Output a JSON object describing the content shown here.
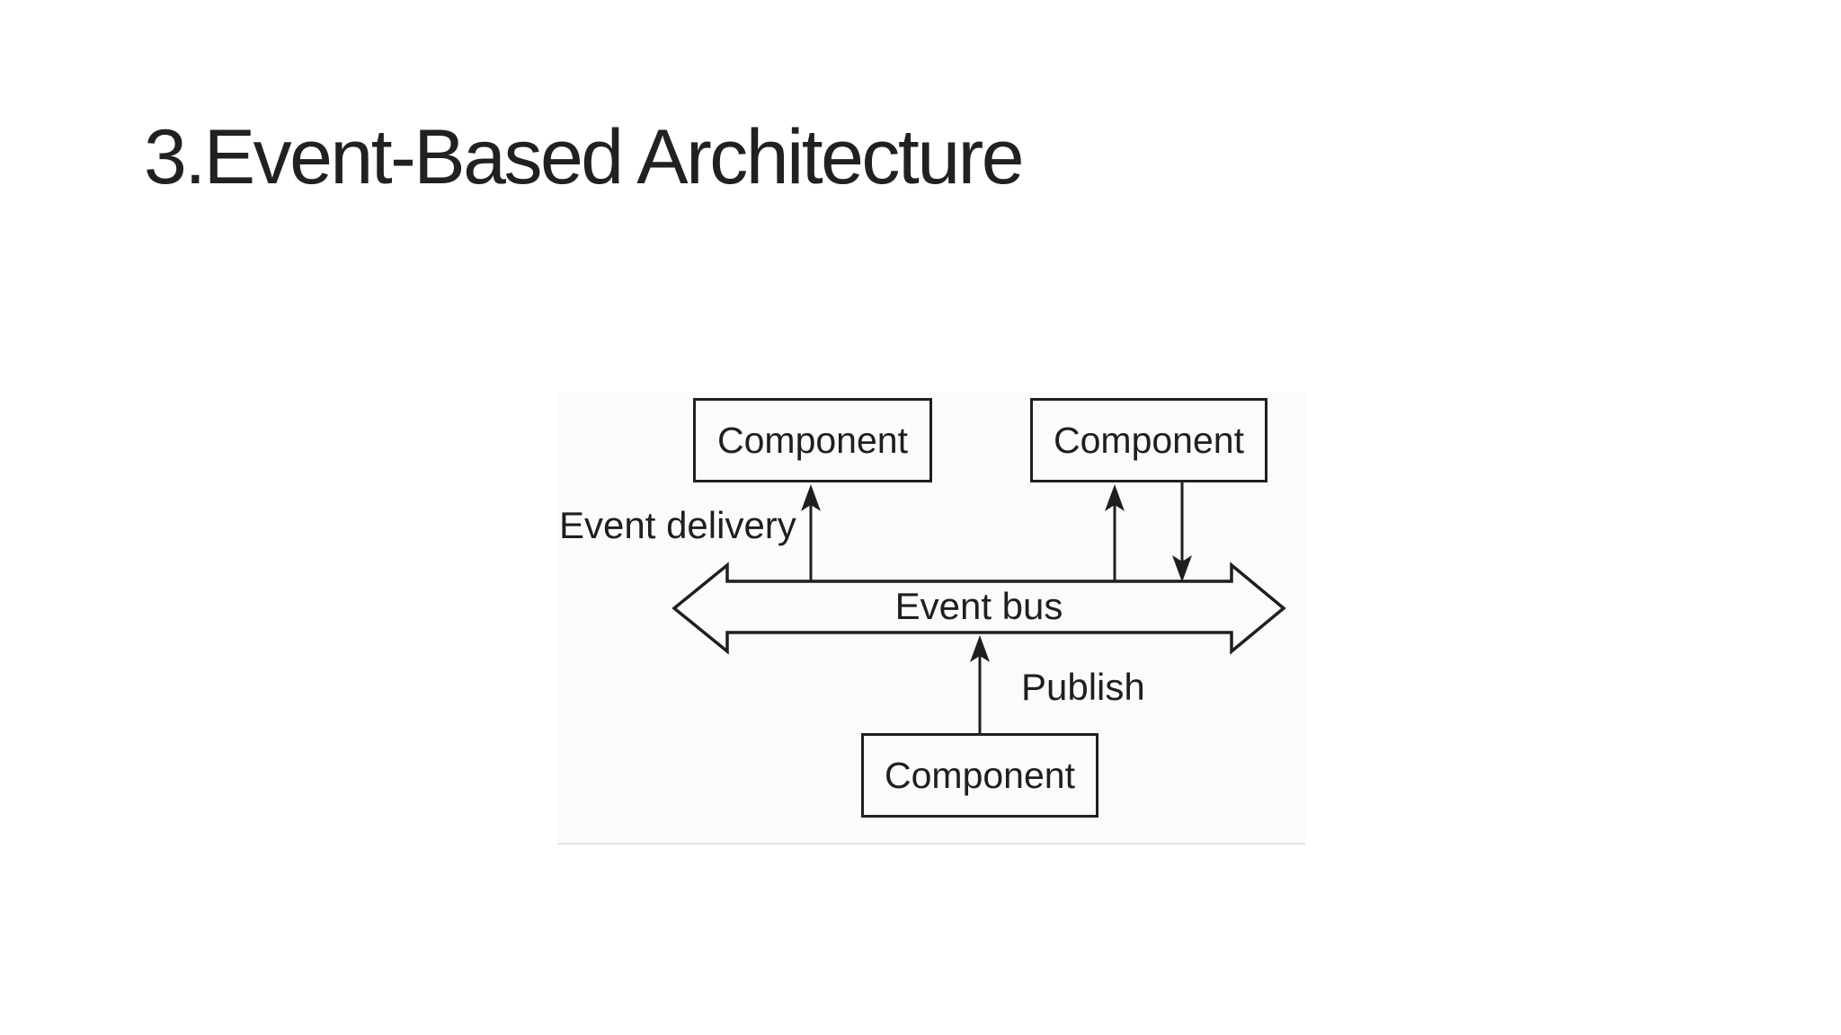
{
  "slide": {
    "title": "3.Event-Based Architecture"
  },
  "diagram": {
    "description": "Event-based architecture: components publish events to a shared event bus which delivers them to subscriber components",
    "line_color": "#1f1f1f",
    "background": "#fafbfb",
    "boxes": {
      "top_left": "Component",
      "top_right": "Component",
      "bottom": "Component"
    },
    "bus_label": "Event bus",
    "labels": {
      "event_delivery": "Event delivery",
      "publish": "Publish"
    }
  }
}
